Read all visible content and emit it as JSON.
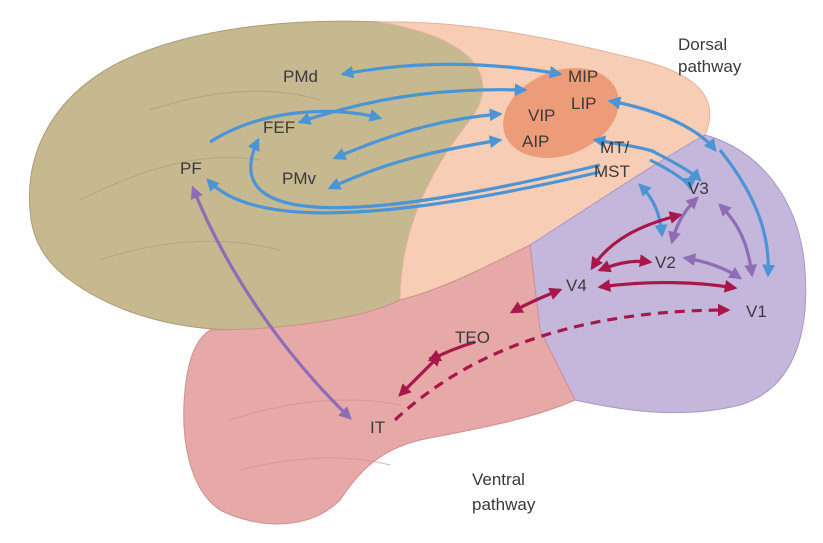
{
  "pathways": {
    "dorsal_line1": "Dorsal",
    "dorsal_line2": "pathway",
    "ventral_line1": "Ventral",
    "ventral_line2": "pathway"
  },
  "areas": {
    "pmd": "PMd",
    "fef": "FEF",
    "pf": "PF",
    "pmv": "PMv",
    "mip": "MIP",
    "lip": "LIP",
    "vip": "VIP",
    "aip": "AIP",
    "mt_line1": "MT/",
    "mt_line2": "MST",
    "v3": "V3",
    "v2": "V2",
    "v4": "V4",
    "v1": "V1",
    "teo": "TEO",
    "it": "IT"
  },
  "colors": {
    "frontal": "#c6b88f",
    "parietal": "#f7cdb5",
    "parietal_core": "#ec9c79",
    "occipital": "#c5b6dc",
    "temporal": "#e7a9a8",
    "dorsal_arrow": "#4b95d6",
    "ventral_arrow": "#a8174a",
    "cross_arrow": "#8e6cb6"
  }
}
